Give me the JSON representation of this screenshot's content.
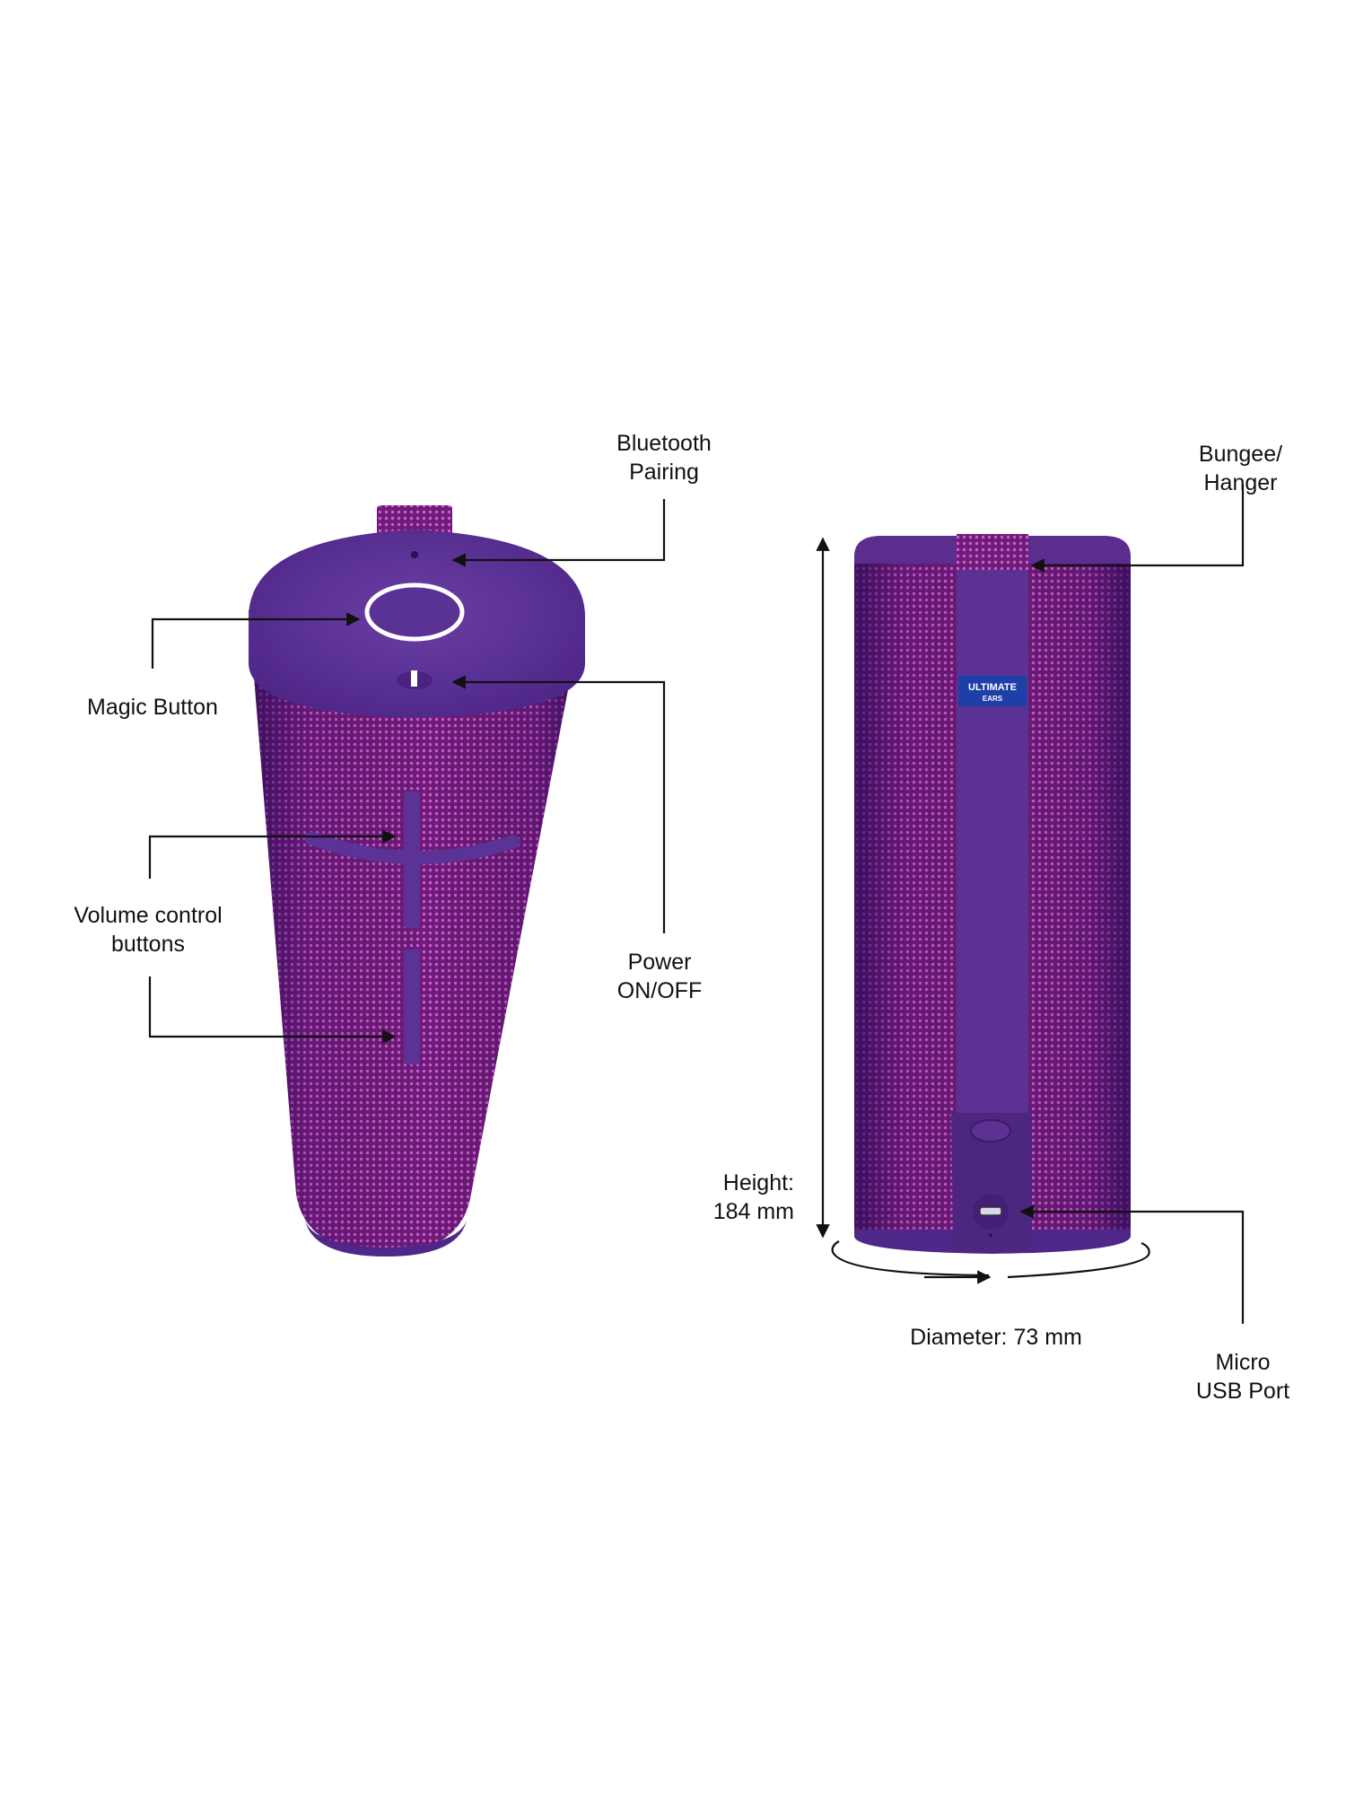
{
  "product": {
    "brand_badge": {
      "line1": "ULTIMATE",
      "line2": "EARS"
    },
    "colors": {
      "body_purple": "#5a2d8a",
      "cap_purple": "#5b3194",
      "fabric_magenta": "#8c1f8a",
      "fabric_highlight": "#c447c4",
      "logo_blue": "#1f3fa8",
      "magic_ring": "#ffffff",
      "line": "#111111"
    }
  },
  "callouts": {
    "bluetooth": {
      "line1": "Bluetooth",
      "line2": "Pairing"
    },
    "magic": {
      "line1": "Magic Button"
    },
    "volume": {
      "line1": "Volume control",
      "line2": "buttons"
    },
    "power": {
      "line1": "Power",
      "line2": "ON/OFF"
    },
    "bungee": {
      "line1": "Bungee/",
      "line2": "Hanger"
    },
    "usb": {
      "line1": "Micro",
      "line2": "USB Port"
    }
  },
  "dimensions": {
    "height": {
      "line1": "Height:",
      "line2": "184 mm"
    },
    "diameter": {
      "line1": "Diameter: 73 mm"
    }
  }
}
